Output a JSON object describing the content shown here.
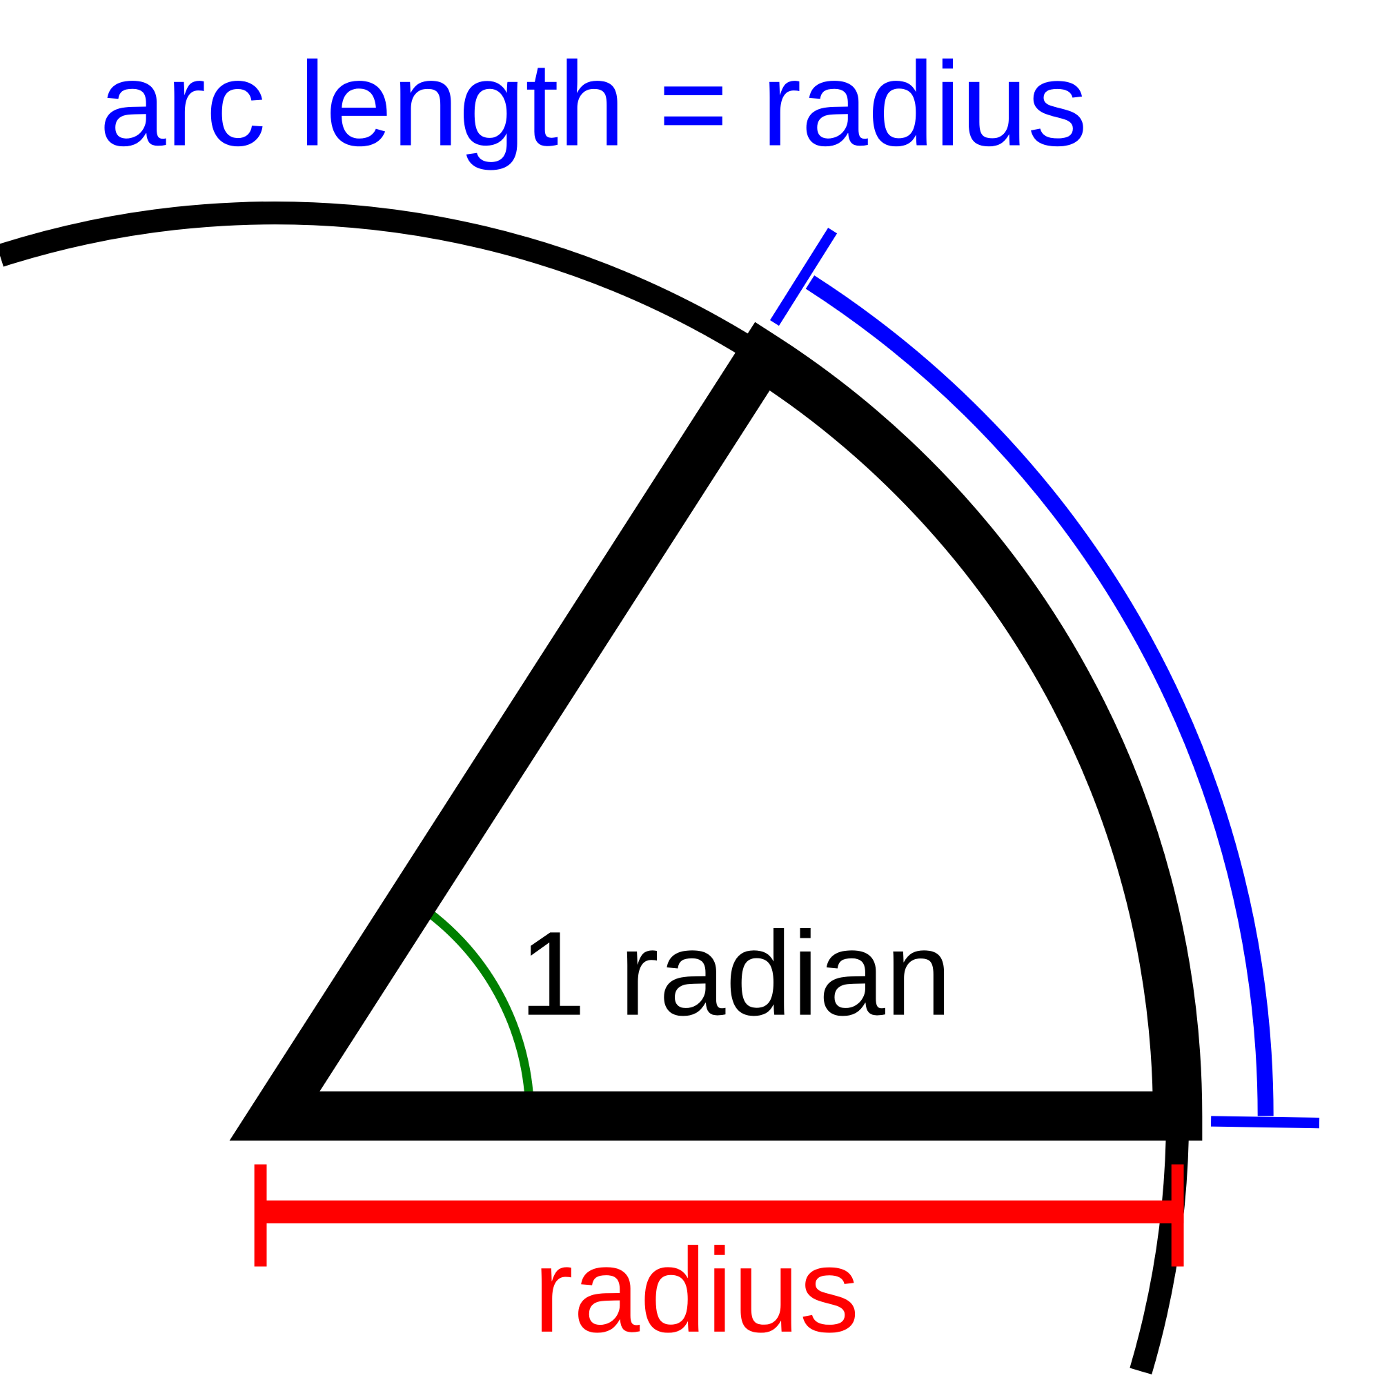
{
  "labels": {
    "arc_length": "arc length = radius",
    "angle": "1 radian",
    "radius": "radius"
  },
  "colors": {
    "arc_length": "#0000ff",
    "angle": "#008000",
    "radius": "#ff0000",
    "circle": "#000000"
  },
  "angle_radians": 1
}
